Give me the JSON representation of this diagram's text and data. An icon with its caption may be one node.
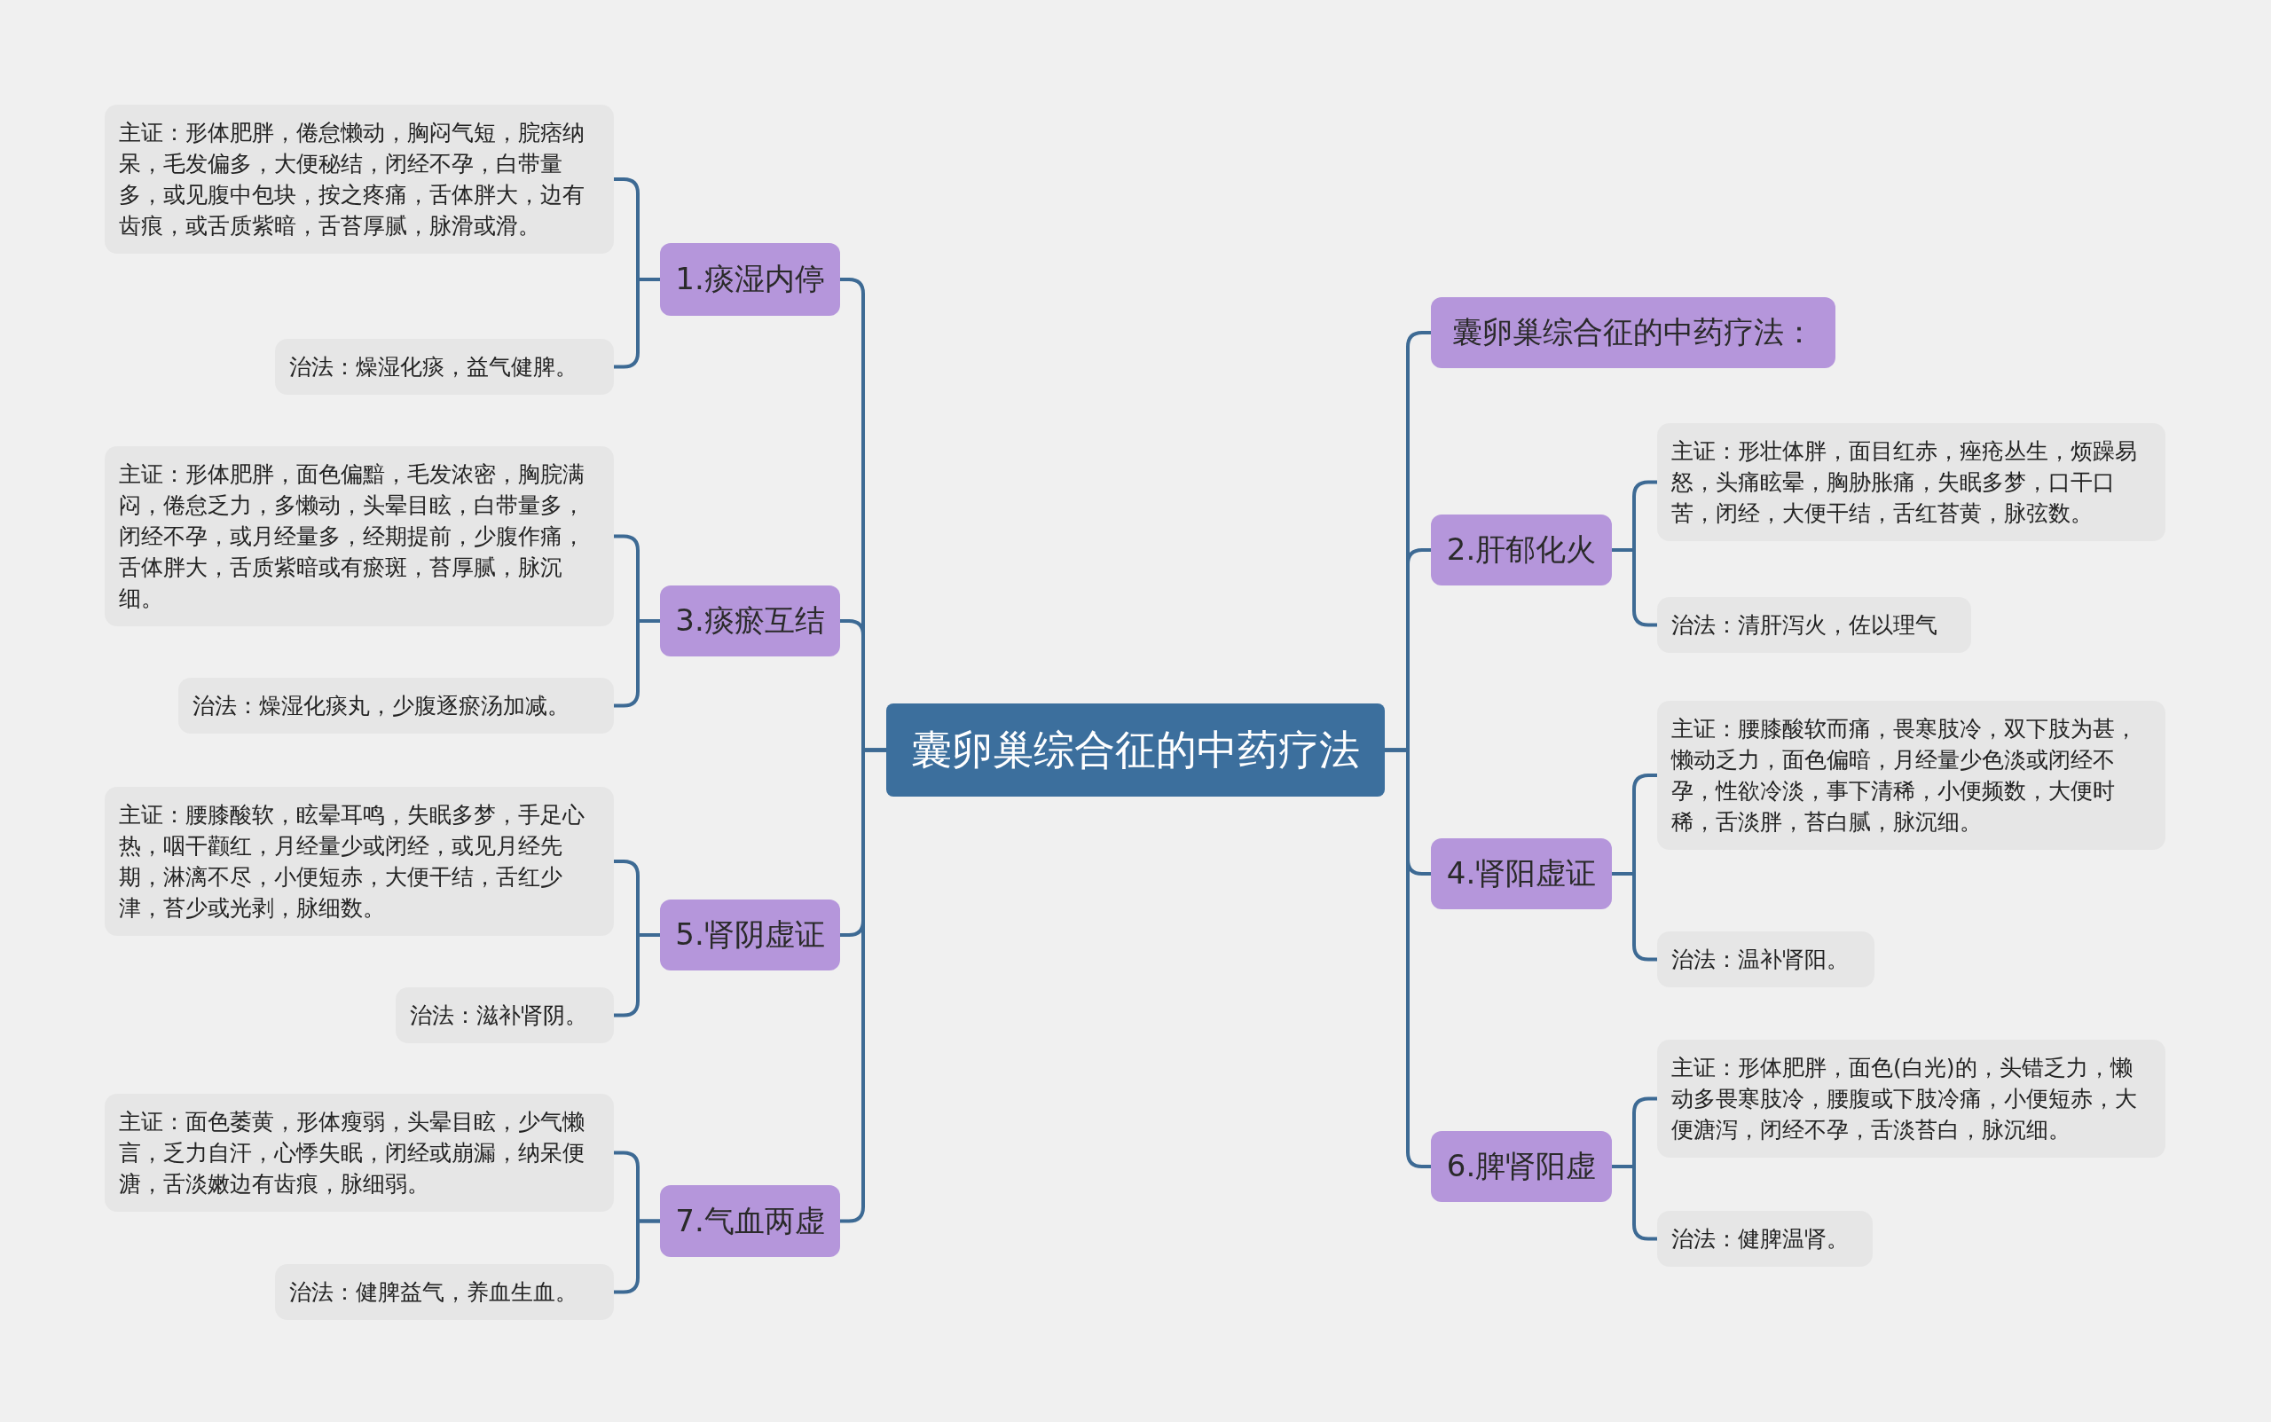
{
  "diagram": {
    "nodes": [
      {
        "text": [
          "囊卵巢综合征的中药疗法"
        ]
      },
      {
        "text": [
          "1.痰湿内停"
        ]
      },
      {
        "text": [
          "主证：形体肥胖，倦怠懒动，胸闷气短，脘痞纳呆，毛发偏多，大便秘结，闭经不孕，白带量多，或见腹中包块，按之疼痛，舌体胖大，边有齿痕，或舌质紫暗，舌苔厚腻，脉滑或滑。"
        ]
      },
      {
        "text": [
          "治法：燥湿化痰，益气健脾。"
        ]
      },
      {
        "text": [
          "3.痰瘀互结"
        ]
      },
      {
        "text": [
          "主证：形体肥胖，面色偏黯，毛发浓密，胸脘满闷，倦怠乏力，多懒动，头晕目眩，白带量多，闭经不孕，或月经量多，经期提前，少腹作痛，舌体胖大，舌质紫暗或有瘀斑，苔厚腻，脉沉细。"
        ]
      },
      {
        "text": [
          "治法：燥湿化痰丸，少腹逐瘀汤加减。"
        ]
      },
      {
        "text": [
          "5.肾阴虚证"
        ]
      },
      {
        "text": [
          "主证：腰膝酸软，眩晕耳鸣，失眠多梦，手足心热，咽干颧红，月经量少或闭经，或见月经先期，淋漓不尽，小便短赤，大便干结，舌红少津，苔少或光剥，脉细数。"
        ]
      },
      {
        "text": [
          "治法：滋补肾阴。"
        ]
      },
      {
        "text": [
          "7.气血两虚"
        ]
      },
      {
        "text": [
          "主证：面色萎黄，形体瘦弱，头晕目眩，少气懒言，乏力自汗，心悸失眠，闭经或崩漏，纳呆便溏，舌淡嫩边有齿痕，脉细弱。"
        ]
      },
      {
        "text": [
          "治法：健脾益气，养血生血。"
        ]
      },
      {
        "text": [
          "囊卵巢综合征的中药疗法："
        ]
      },
      {
        "text": [
          "2.肝郁化火"
        ]
      },
      {
        "text": [
          "主证：形壮体胖，面目红赤，痤疮丛生，烦躁易怒，头痛眩晕，胸胁胀痛，失眠多梦，口干口苦，闭经，大便干结，舌红苔黄，脉弦数。"
        ]
      },
      {
        "text": [
          "治法：清肝泻火，佐以理气"
        ]
      },
      {
        "text": [
          "4.肾阳虚证"
        ]
      },
      {
        "text": [
          "主证：腰膝酸软而痛，畏寒肢冷，双下肢为甚，懒动乏力，面色偏暗，月经量少色淡或闭经不孕，性欲冷淡，事下清稀，小便频数，大便时稀，舌淡胖，苔白腻，脉沉细。"
        ]
      },
      {
        "text": [
          "治法：温补肾阳。"
        ]
      },
      {
        "text": [
          "6.脾肾阳虚"
        ]
      },
      {
        "text": [
          "主证：形体肥胖，面色(白光)的，头错乏力，懒动多畏寒肢冷，腰腹或下肢冷痛，小便短赤，大便溏泻，闭经不孕，舌淡苔白，脉沉细。"
        ]
      },
      {
        "text": [
          "治法：健脾温肾。"
        ]
      }
    ],
    "edges": [
      {
        "from": 0,
        "to": 1,
        "arrow": "none"
      },
      {
        "from": 1,
        "to": 2,
        "arrow": "none"
      },
      {
        "from": 1,
        "to": 3,
        "arrow": "none"
      },
      {
        "from": 0,
        "to": 4,
        "arrow": "none"
      },
      {
        "from": 4,
        "to": 5,
        "arrow": "none"
      },
      {
        "from": 4,
        "to": 6,
        "arrow": "none"
      },
      {
        "from": 0,
        "to": 7,
        "arrow": "none"
      },
      {
        "from": 7,
        "to": 8,
        "arrow": "none"
      },
      {
        "from": 7,
        "to": 9,
        "arrow": "none"
      },
      {
        "from": 0,
        "to": 10,
        "arrow": "none"
      },
      {
        "from": 10,
        "to": 11,
        "arrow": "none"
      },
      {
        "from": 10,
        "to": 12,
        "arrow": "none"
      },
      {
        "from": 0,
        "to": 13,
        "arrow": "none"
      },
      {
        "from": 0,
        "to": 14,
        "arrow": "none"
      },
      {
        "from": 14,
        "to": 15,
        "arrow": "none"
      },
      {
        "from": 14,
        "to": 16,
        "arrow": "none"
      },
      {
        "from": 0,
        "to": 17,
        "arrow": "none"
      },
      {
        "from": 17,
        "to": 18,
        "arrow": "none"
      },
      {
        "from": 17,
        "to": 19,
        "arrow": "none"
      },
      {
        "from": 0,
        "to": 20,
        "arrow": "none"
      },
      {
        "from": 20,
        "to": 21,
        "arrow": "none"
      },
      {
        "from": 20,
        "to": 22,
        "arrow": "none"
      }
    ]
  }
}
